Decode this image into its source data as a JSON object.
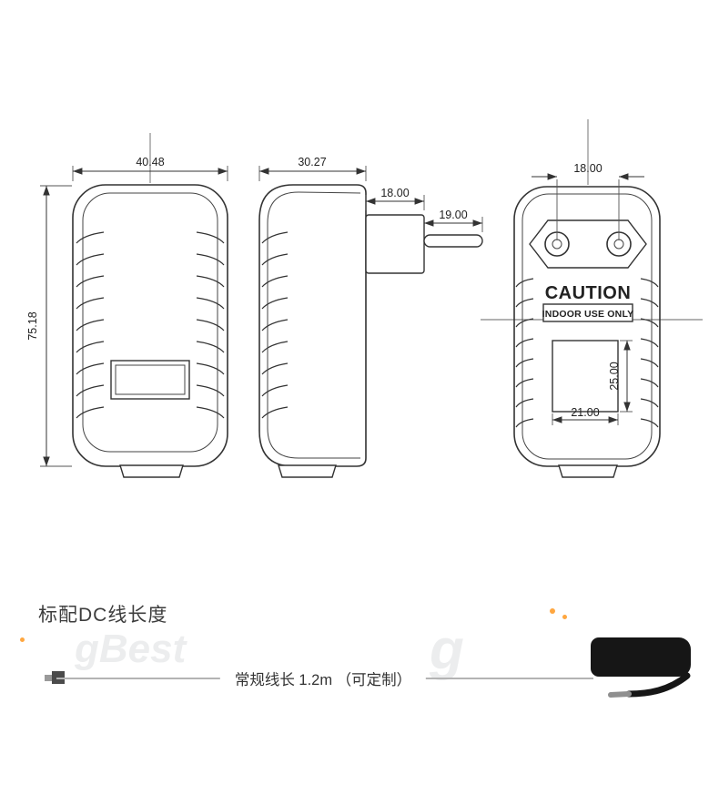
{
  "views": {
    "front": {
      "width_dim": "40.48",
      "height_dim": "75.18"
    },
    "side": {
      "width_dim": "30.27",
      "plug_base_dim": "18.00",
      "pin_length_dim": "19.00"
    },
    "back": {
      "pin_pitch_dim": "18.00",
      "caution_title": "CAUTION",
      "caution_subtitle": "INDOOR USE ONLY",
      "label_width_dim": "21.00",
      "label_height_dim": "25.00"
    }
  },
  "cable_section": {
    "heading": "标配DC线长度",
    "note": "常规线长 1.2m （可定制）"
  },
  "watermark": {
    "left_text": "gBest",
    "right_text": "g"
  },
  "colors": {
    "drawing_line": "#333333",
    "cable_black": "#161616",
    "watermark_orange": "#ff8a00"
  }
}
